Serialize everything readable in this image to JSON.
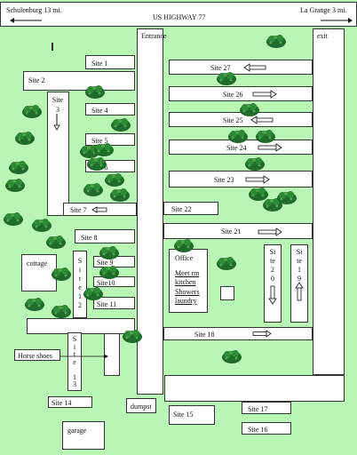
{
  "highway": {
    "name": "US HIGHWAY 77",
    "left_destination": "Schulenburg 13 mi.",
    "right_destination": "La Grange 3 mi."
  },
  "roads": {
    "entrance": "Entrance",
    "exit": "exit"
  },
  "sites": {
    "s1": "Site 1",
    "s2": "Site 2",
    "s3": "Site\n3",
    "s4": "Site 4",
    "s5": "Site 5",
    "s6": "Site 6",
    "s7": "Site 7",
    "s8": "Site 8",
    "s9": "Site 9",
    "s10": "Site10",
    "s11": "Site 11",
    "s12": "S\ni\nt\ne\n1\n2",
    "s13": "S\ni\nt\ne\n\n1\n3",
    "s14": "Site 14",
    "s15": "Site 15",
    "s16": "Site 16",
    "s17": "Site 17",
    "s18": "Site 18",
    "s19": "Si\nte\n1\n9",
    "s20": "Si\nte\n2\n0",
    "s21": "Site 21",
    "s22": "Site 22",
    "s23": "Site 23",
    "s24": "Site 24",
    "s25": "Site 25",
    "s26": "Site 26",
    "s27": "Site 27"
  },
  "facilities": {
    "office": "Office",
    "meet_rm": "Meet rm",
    "kitchen": "kitchen",
    "showers": "Showers",
    "laundry": "laundry",
    "cottage": "cottage",
    "horse_shoes": "Horse shoes",
    "dumpster": "dumpst",
    "garage": "garage"
  },
  "colors": {
    "grass": "#b9f5b4",
    "tree": "#1f6b2a",
    "tree_highlight": "#4fa14a"
  }
}
